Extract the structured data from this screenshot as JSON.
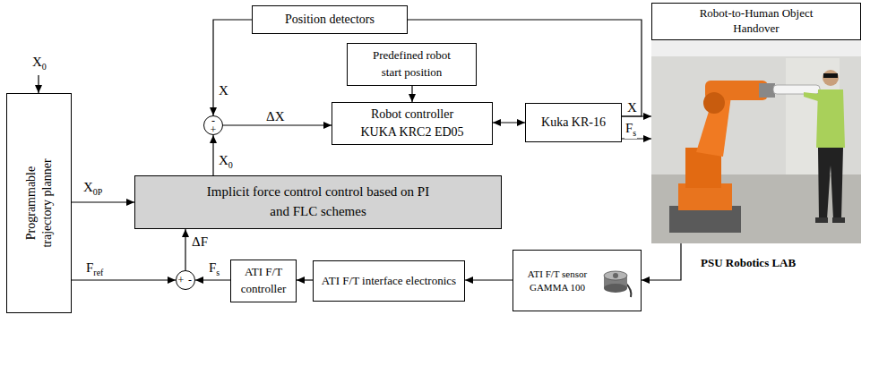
{
  "diagram": {
    "nodes": [
      {
        "text": [
          "Position detectors"
        ]
      },
      {
        "text": [
          "Robot-to-Human Object Handover"
        ]
      },
      {
        "text": [
          "Predefined robot start position"
        ]
      },
      {
        "text": [
          "-",
          "+"
        ]
      },
      {
        "text": [
          "Robot controller KUKA KRC2 ED05"
        ]
      },
      {
        "text": [
          "Kuka KR-16"
        ]
      },
      {
        "text": [
          "Programmable trajectory planner"
        ]
      },
      {
        "text": [
          "Implicit force control control based on PI and FLC schemes"
        ]
      },
      {
        "text": [
          "+",
          "-"
        ]
      },
      {
        "text": [
          "ATI F/T controller"
        ]
      },
      {
        "text": [
          "ATI F/T interface electronics"
        ]
      },
      {
        "text": [
          "ATI F/T sensor GAMMA 100"
        ]
      }
    ],
    "edges": [
      {
        "from": 0,
        "to": 3,
        "arrow": "to",
        "label": "X"
      },
      {
        "from": 5,
        "to": 0,
        "arrow": "none"
      },
      {
        "from": 2,
        "to": 4,
        "arrow": "to"
      },
      {
        "from": 3,
        "to": 4,
        "arrow": "to",
        "label": "ΔX"
      },
      {
        "from": 4,
        "to": 5,
        "arrow": "both"
      },
      {
        "from": 5,
        "to": 1,
        "arrow": "to",
        "label": "X"
      },
      {
        "from": 5,
        "to": 1,
        "arrow": "to",
        "label": "Fs"
      },
      {
        "from": 6,
        "to": 7,
        "arrow": "to",
        "label": "X0P"
      },
      {
        "from": 7,
        "to": 3,
        "arrow": "to",
        "label": "X0"
      },
      {
        "from": 6,
        "to": 8,
        "arrow": "to",
        "label": "Fref"
      },
      {
        "from": 8,
        "to": 7,
        "arrow": "to",
        "label": "ΔF"
      },
      {
        "from": 9,
        "to": 8,
        "arrow": "to",
        "label": "Fs"
      },
      {
        "from": 10,
        "to": 9,
        "arrow": "to"
      },
      {
        "from": 11,
        "to": 10,
        "arrow": "to"
      },
      {
        "from": 1,
        "to": 11,
        "arrow": "to"
      }
    ],
    "labels": [
      "X0",
      "PSU Robotics LAB"
    ]
  }
}
